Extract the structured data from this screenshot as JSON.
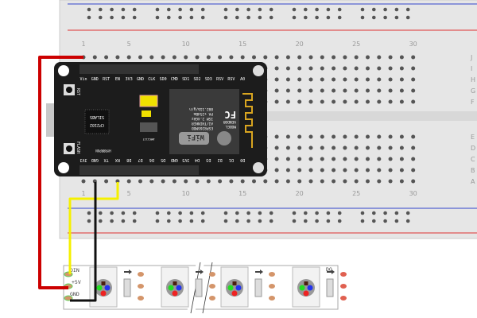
{
  "breadboard": {
    "column_numbers": [
      "1",
      "5",
      "10",
      "15",
      "20",
      "25",
      "30"
    ],
    "row_letters_top": [
      "J",
      "I",
      "H",
      "G",
      "F"
    ],
    "row_letters_bottom": [
      "E",
      "D",
      "C",
      "B",
      "A"
    ]
  },
  "board": {
    "top_pins": [
      "Vin",
      "GND",
      "RST",
      "EN",
      "3V3",
      "GND",
      "CLK",
      "SD0",
      "CMD",
      "SD1",
      "SD2",
      "SD3",
      "RSV",
      "RSV",
      "A0"
    ],
    "bottom_pins": [
      "3V3",
      "GND",
      "TX",
      "RX",
      "D8",
      "D7",
      "D6",
      "D5",
      "GND",
      "3V3",
      "D4",
      "D3",
      "D2",
      "D1",
      "D0"
    ],
    "buttons": [
      "RST",
      "FLASH"
    ],
    "chip": [
      "SILABS",
      "CP2102"
    ],
    "brand": "HYRRRPUN",
    "regulator": "AMS1117",
    "module": [
      "MODEL",
      "VENDOR",
      "ESP8266MOD",
      "AI/THINKER",
      "ISM 2.4GHz",
      "PA +25dBm",
      "802.11b/g/n"
    ],
    "wifi": "WiFi",
    "fcc": "FC"
  },
  "strip": {
    "in_labels": [
      "DIN",
      "+5V",
      "GND"
    ],
    "out_label": "DO"
  },
  "colors": {
    "wire_power": "#cc0000",
    "wire_data": "#f5f000",
    "wire_ground": "#111111",
    "board": "#1c1c1c",
    "breadboard": "#e6e6e6"
  }
}
